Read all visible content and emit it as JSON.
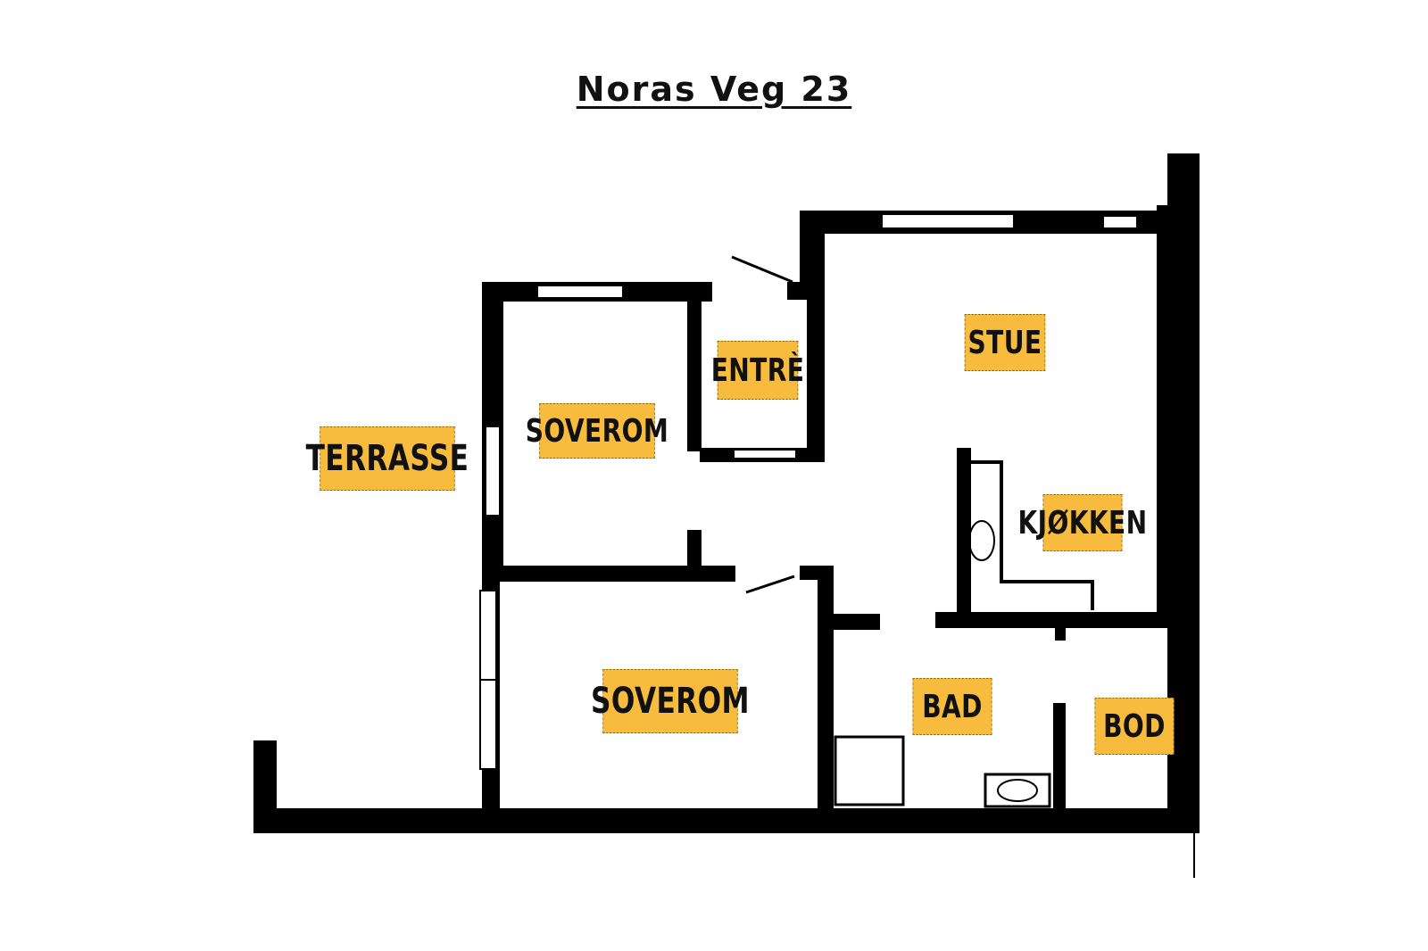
{
  "title": "Noras Veg 23",
  "colors": {
    "wall": "#000000",
    "label_fill": "#f7bb3e",
    "background": "#ffffff"
  },
  "rooms": [
    {
      "id": "stue",
      "label": "STUE"
    },
    {
      "id": "entre",
      "label": "ENTRÈ"
    },
    {
      "id": "soverom1",
      "label": "SOVEROM"
    },
    {
      "id": "terrasse",
      "label": "TERRASSE"
    },
    {
      "id": "kjokken",
      "label": "KJØKKEN"
    },
    {
      "id": "soverom2",
      "label": "SOVEROM"
    },
    {
      "id": "bad",
      "label": "BAD"
    },
    {
      "id": "bod",
      "label": "BOD"
    }
  ]
}
